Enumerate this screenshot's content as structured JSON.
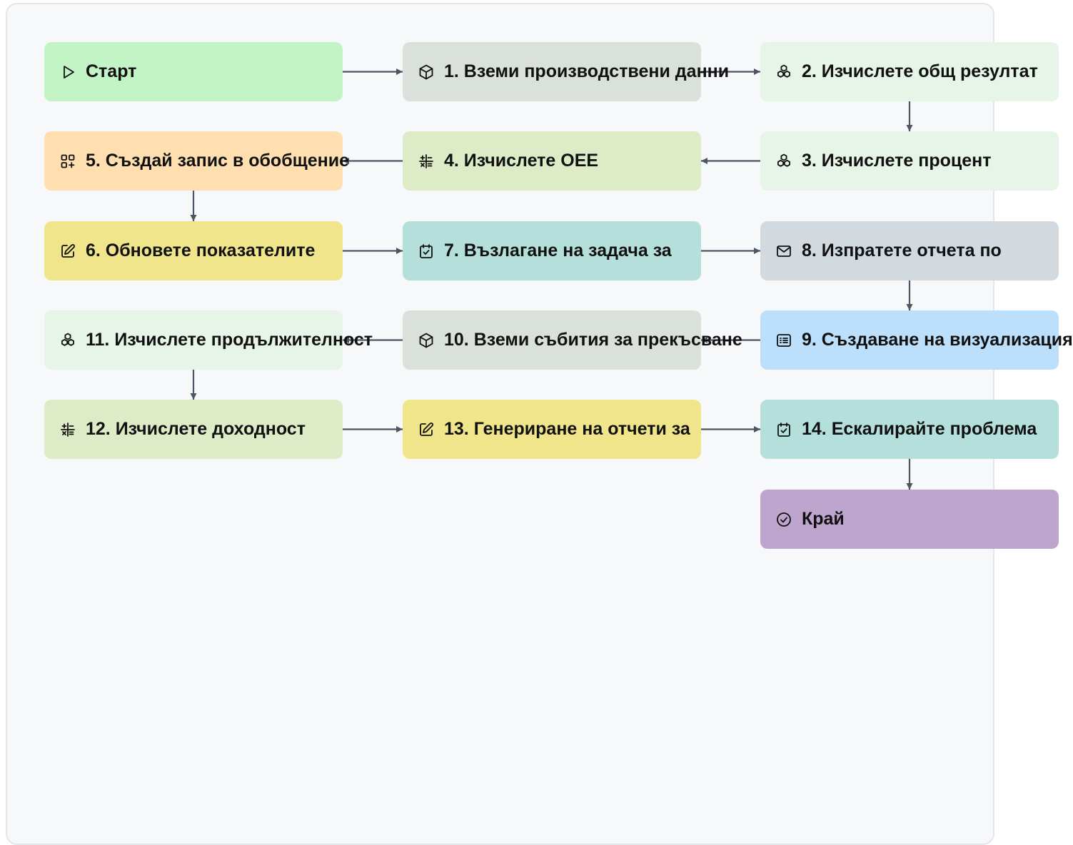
{
  "colors": {
    "green": "#c3f4c6",
    "gray": "#d9e1da",
    "mint": "#e7f5e8",
    "orange": "#ffdfb0",
    "lime": "#ddebc6",
    "yellow": "#f0e58a",
    "teal": "#b4dfdb",
    "slate": "#d2d9df",
    "blue": "#bcdffb",
    "purple": "#bea5ce",
    "arrow": "#4b5563",
    "canvas": "#f7f8fa"
  },
  "nodes": [
    {
      "id": "start",
      "label": "Старт",
      "icon": "play-icon",
      "color": "green"
    },
    {
      "id": "n1",
      "label": "1. Вземи производствени данни",
      "icon": "box-icon",
      "color": "gray"
    },
    {
      "id": "n2",
      "label": "2. Изчислете общ резултат",
      "icon": "cubes-icon",
      "color": "mint"
    },
    {
      "id": "n3",
      "label": "3. Изчислете процент",
      "icon": "cubes-icon",
      "color": "mint"
    },
    {
      "id": "n4",
      "label": "4. Изчислете OEE",
      "icon": "calculator-icon",
      "color": "lime"
    },
    {
      "id": "n5",
      "label": "5. Създай запис в обобщение",
      "icon": "apps-add-icon",
      "color": "orange"
    },
    {
      "id": "n6",
      "label": "6. Обновете показателите",
      "icon": "edit-icon",
      "color": "yellow"
    },
    {
      "id": "n7",
      "label": "7. Възлагане на задача за",
      "icon": "calendar-check-icon",
      "color": "teal"
    },
    {
      "id": "n8",
      "label": "8. Изпратете отчета по",
      "icon": "mail-icon",
      "color": "slate"
    },
    {
      "id": "n9",
      "label": "9. Създаване на визуализация",
      "icon": "list-icon",
      "color": "blue"
    },
    {
      "id": "n10",
      "label": "10. Вземи събития за прекъсване",
      "icon": "box-icon",
      "color": "gray"
    },
    {
      "id": "n11",
      "label": "11. Изчислете продължителност",
      "icon": "cubes-icon",
      "color": "mint"
    },
    {
      "id": "n12",
      "label": "12. Изчислете доходност",
      "icon": "calculator-icon",
      "color": "lime"
    },
    {
      "id": "n13",
      "label": "13. Генериране на отчети за",
      "icon": "edit-icon",
      "color": "yellow"
    },
    {
      "id": "n14",
      "label": "14. Ескалирайте проблема",
      "icon": "calendar-check-icon",
      "color": "teal"
    },
    {
      "id": "end",
      "label": "Край",
      "icon": "check-circle-icon",
      "color": "purple"
    }
  ],
  "edges": [
    [
      "start",
      "n1"
    ],
    [
      "n1",
      "n2"
    ],
    [
      "n2",
      "n3"
    ],
    [
      "n3",
      "n4"
    ],
    [
      "n4",
      "n5"
    ],
    [
      "n5",
      "n6"
    ],
    [
      "n6",
      "n7"
    ],
    [
      "n7",
      "n8"
    ],
    [
      "n8",
      "n9"
    ],
    [
      "n9",
      "n10"
    ],
    [
      "n10",
      "n11"
    ],
    [
      "n11",
      "n12"
    ],
    [
      "n12",
      "n13"
    ],
    [
      "n13",
      "n14"
    ],
    [
      "n14",
      "end"
    ]
  ]
}
